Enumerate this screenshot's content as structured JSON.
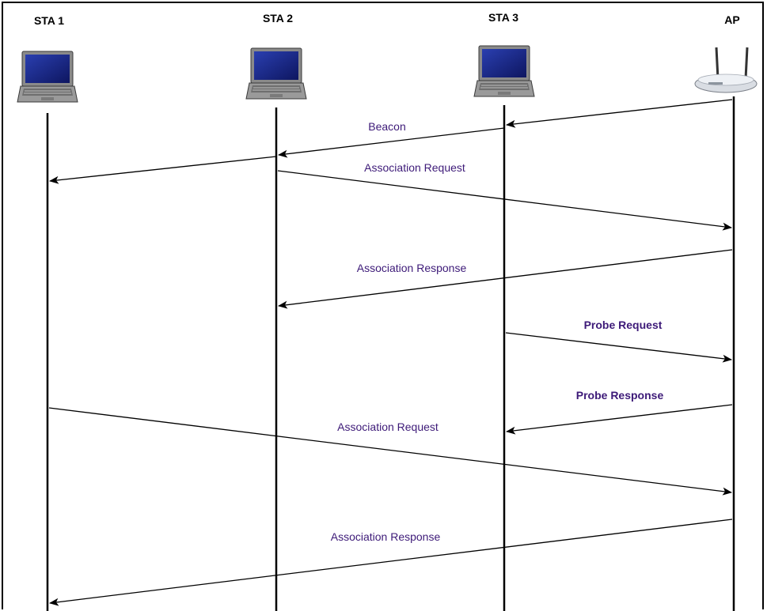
{
  "entities": [
    {
      "id": "sta1",
      "label": "STA 1",
      "icon": "laptop-icon"
    },
    {
      "id": "sta2",
      "label": "STA 2",
      "icon": "laptop-icon"
    },
    {
      "id": "sta3",
      "label": "STA 3",
      "icon": "laptop-icon"
    },
    {
      "id": "ap",
      "label": "AP",
      "icon": "access-point-icon"
    }
  ],
  "messages": [
    {
      "label": "Beacon"
    },
    {
      "label": "Association Request"
    },
    {
      "label": "Association Response"
    },
    {
      "label": "Probe Request"
    },
    {
      "label": "Probe Response"
    },
    {
      "label": "Association Request"
    },
    {
      "label": "Association Response"
    }
  ],
  "colors": {
    "line": "#000000",
    "message_text": "#3d1a78",
    "laptop_screen": "#1a2a8c"
  }
}
